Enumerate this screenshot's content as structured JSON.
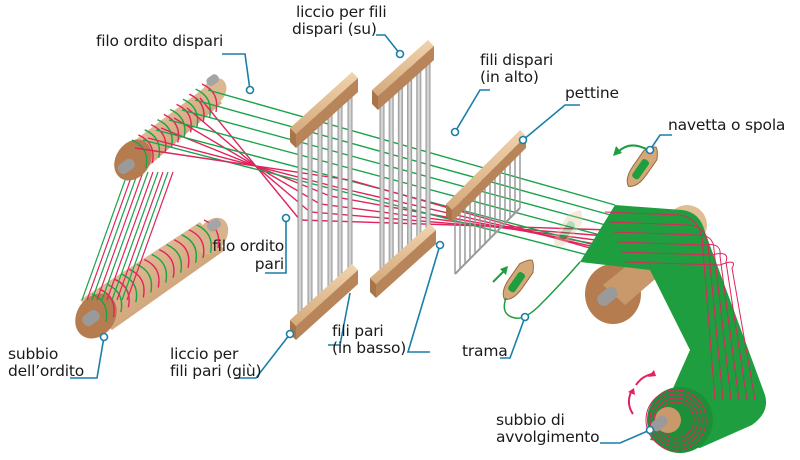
{
  "diagram": {
    "subject": "Telaio (loom) schematic",
    "colors": {
      "warp_odd": "#1aa34a",
      "warp_even": "#e0245e",
      "wood": "#b8845a",
      "wood_light": "#e8c9a2",
      "wood_dark": "#9a6a40",
      "metal": "#a9a9a9",
      "cloth": "#1f9e3f",
      "leader": "#1a7fa8"
    },
    "labels": {
      "filo_ordito_dispari": "filo ordito dispari",
      "liccio_dispari_1": "liccio per fili",
      "liccio_dispari_2": "dispari (su)",
      "fili_dispari_1": "fili dispari",
      "fili_dispari_2": "(in alto)",
      "pettine": "pettine",
      "navetta": "navetta o spola",
      "filo_ordito_pari_1": "filo ordito",
      "filo_ordito_pari_2": "pari",
      "fili_pari_1": "fili pari",
      "fili_pari_2": "(in basso)",
      "trama": "trama",
      "subbio_ordito_1": "subbio",
      "subbio_ordito_2": "dell’ordito",
      "liccio_pari_1": "liccio per",
      "liccio_pari_2": "fili pari (giù)",
      "subbio_avvolgimento_1": "subbio di",
      "subbio_avvolgimento_2": "avvolgimento"
    }
  }
}
